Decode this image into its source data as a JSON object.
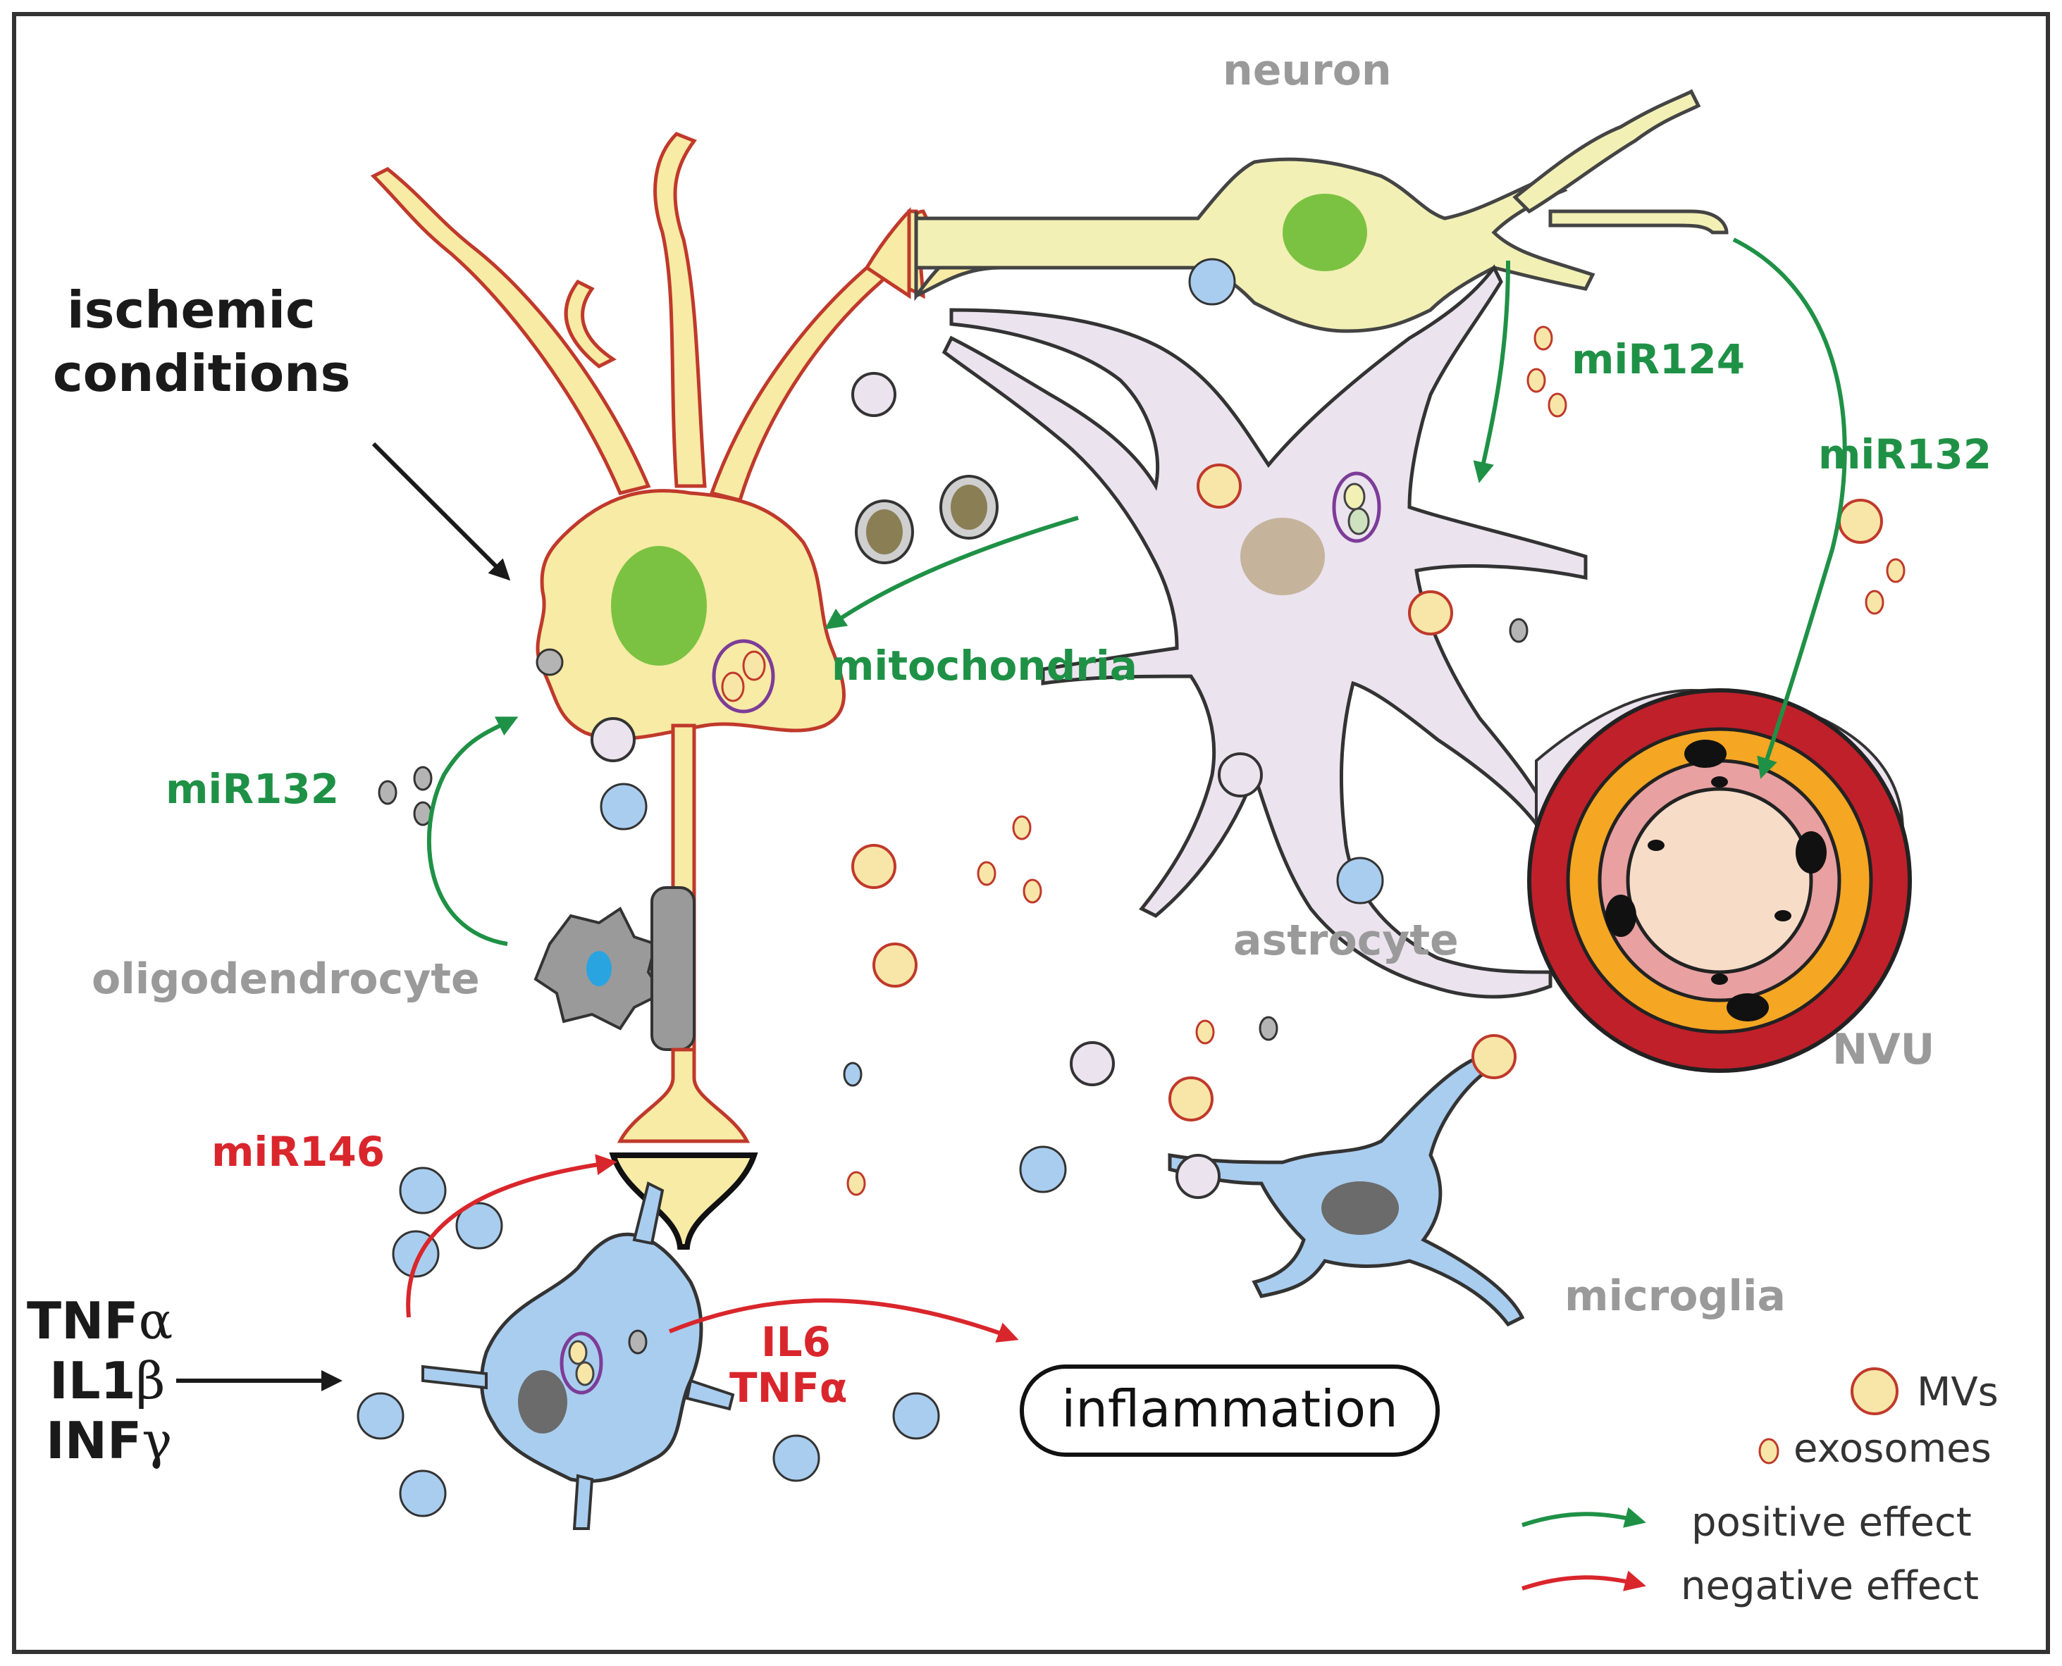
{
  "labels": {
    "neuron": "neuron",
    "ischemic_line1": "ischemic",
    "ischemic_line2": "conditions",
    "mitochondria": "mitochondria",
    "mir124": "miR124",
    "mir132_neuron": "miR132",
    "mir132_oligo": "miR132",
    "oligodendrocyte": "oligodendrocyte",
    "astrocyte": "astrocyte",
    "nvu": "NVU",
    "microglia": "microglia",
    "mir146": "miR146",
    "il6": "IL6",
    "tnfa_red": "TNFα",
    "inflammation": "inflammation"
  },
  "cytokines": {
    "tnf_text": "TNF",
    "tnf_greek": "α",
    "il1_text": "IL1",
    "il1_greek": "β",
    "inf_text": "INF",
    "inf_greek": "γ"
  },
  "legend": {
    "mvs": "MVs",
    "exosomes": "exosomes",
    "positive": "positive effect",
    "negative": "negative effect"
  },
  "colors": {
    "positive_effect": "#1f9146",
    "negative_effect": "#d9262c",
    "neuron_fill": "#f7eba5",
    "neuron_outline": "#c0392b",
    "astrocyte_fill": "#ebe3ee",
    "microglia_fill": "#a9cdef",
    "nucleus_green": "#7cc242",
    "vessel_red": "#c0202a",
    "vessel_orange": "#f5a623"
  }
}
